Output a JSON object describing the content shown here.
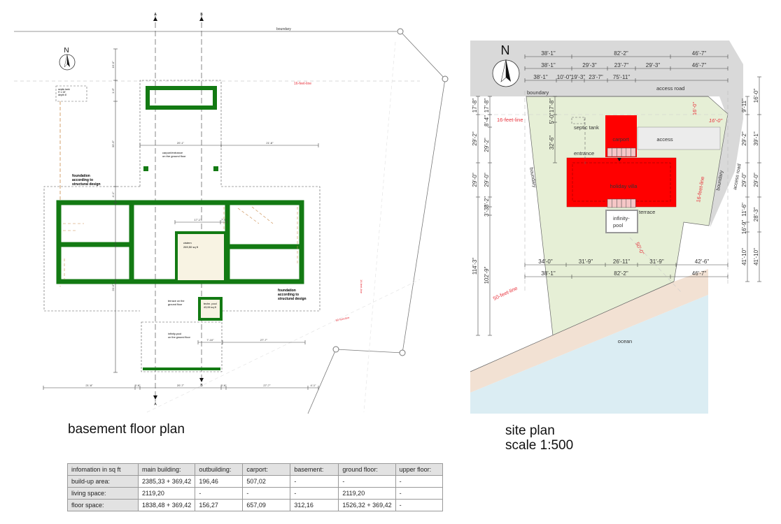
{
  "basement": {
    "title": "basement floor plan",
    "north": "N",
    "boundary_label": "boundary",
    "septic_tank": [
      "septic tank",
      "9' x 15'",
      "depth 6'"
    ],
    "foundation": [
      "foundation",
      "according to",
      "structural design"
    ],
    "carport": [
      "carport/entrance",
      "on the ground floor"
    ],
    "cistern": [
      "cistern",
      "269,50 sq ft"
    ],
    "terrace": [
      "terrace on the",
      "ground floor"
    ],
    "techn_pool": [
      "techn. pool",
      "43,06 sq ft"
    ],
    "infinity_pool": [
      "infinity-pool",
      "on the ground floor"
    ],
    "line_16": "16-feet-line",
    "line_50": "50-feet-line",
    "section_a": "A",
    "section_b": "B",
    "dims_top": [
      "20'-1\"",
      "21'-8\""
    ],
    "dims_pool": [
      "7'-10\"",
      "27'-7\""
    ],
    "dims_cistern": [
      "17'-1\"",
      "7'-6\""
    ],
    "dims_bottom": [
      "21'-8\"",
      "5'-6\"",
      "20'-7\"",
      "5'-6\"",
      "27'-7\"",
      "4'-1\""
    ],
    "dims_left": [
      "16'-0\"",
      "1'-6\"",
      "33'-6\"",
      "4'-1\"",
      "20'-0\""
    ]
  },
  "site": {
    "title": "site plan",
    "scale": "scale 1:500",
    "north": "N",
    "labels": {
      "boundary": "boundary",
      "access_road": "access road",
      "septic_tank": "septic tank",
      "carport": "carport",
      "access": "access",
      "entrance": "entrance",
      "holiday_villa": "holiday villa",
      "terrace": "terrace",
      "infinity_pool": [
        "infinity-",
        "pool"
      ],
      "ocean": "ocean",
      "line_16": "16-feet-line",
      "line_50": "50-feet-line",
      "setback_16": "16'-0\"",
      "setback_50": "50'-0\""
    },
    "dims_top": [
      [
        "38'-1\"",
        "82'-2\"",
        "46'-7\""
      ],
      [
        "38'-1\"",
        "29'-3\"",
        "23'-7\"",
        "29'-3\"",
        "46'-7\""
      ],
      [
        "38'-1\"",
        "10'-0\"",
        "19'-3\"",
        "23'-7\"",
        "75'-11\""
      ]
    ],
    "dims_bottom": [
      [
        "34'-0\"",
        "31'-9\"",
        "26'-11\"",
        "31'-9\"",
        "42'-6\""
      ],
      [
        "38'-1\"",
        "82'-2\"",
        "46'-7\""
      ]
    ],
    "dims_left_outer": [
      "17'-8\"",
      "29'-2\"",
      "29'-0\"",
      "114'-3\""
    ],
    "dims_left_inner": [
      "17'-8\"",
      "8'-4\"",
      "29'-2\"",
      "29'-0\"",
      "8'-2\"",
      "3'-3\"",
      "102'-9\""
    ],
    "dims_building": [
      "17'-8\"",
      "5'-0\"",
      "32'-6\""
    ],
    "dims_right_inner": [
      "9'-11\"",
      "29'-2\"",
      "29'-0\"",
      "11'-6\"",
      "16'-9\"",
      "41'-10\""
    ],
    "dims_right_outer": [
      "16'-0\"",
      "39'-1\"",
      "29'-0\"",
      "28'-3\"",
      "41'-10\""
    ]
  },
  "table": {
    "headers": [
      "infomation in sq ft",
      "main building:",
      "outbuilding:",
      "carport:",
      "basement:",
      "ground floor:",
      "upper floor:"
    ],
    "rows": [
      [
        "build-up area:",
        "2385,33 + 369,42",
        "196,46",
        "507,02",
        "-",
        "-",
        "-"
      ],
      [
        "living space:",
        "2119,20",
        "-",
        "-",
        "-",
        "2119,20",
        "-"
      ],
      [
        "floor space:",
        "1838,48 + 369,42",
        "156,27",
        "657,09",
        "312,16",
        "1526,32 + 369,42",
        "-"
      ]
    ]
  },
  "colors": {
    "wall": "#137a13",
    "building": "#ff0000",
    "lot": "#e6efd6",
    "road": "#d9d9d9",
    "beach": "#f2e1d3",
    "ocean": "#dbedf3",
    "setback": "#e8323c"
  }
}
